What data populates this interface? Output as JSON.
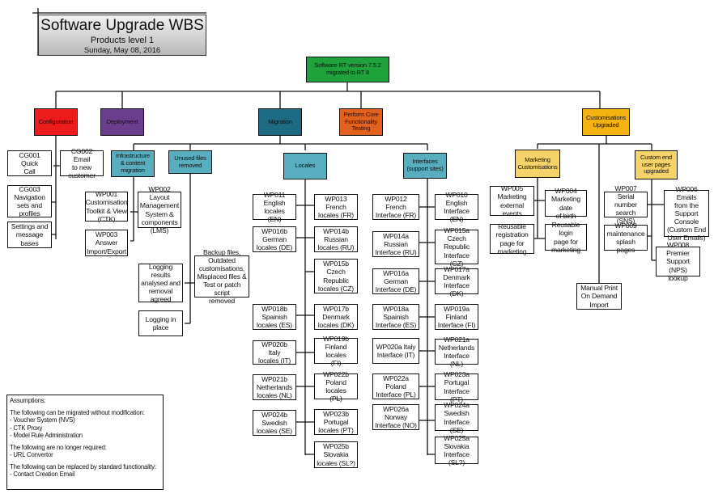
{
  "header": {
    "title": "Software Upgrade WBS",
    "subtitle": "Products level 1",
    "date": "Sunday, May 08, 2016"
  },
  "colors": {
    "root": "#1fa23c",
    "configuration": "#ec1c1c",
    "deployment": "#6a3e8c",
    "migration": "#1c6b82",
    "testing": "#e0621c",
    "customisations": "#f5b312",
    "customisations_child": "#f6d36a",
    "migration_child": "#58aebf"
  },
  "root": {
    "label": "Software RT version 7.5.2\nmigrated to RT 8"
  },
  "level1": {
    "configuration": "Configuration",
    "deployment": "Deployment",
    "migration": "Migration",
    "testing": "Perform Core\nFunctionality\nTesting",
    "customisations": "Customisations\nUpgraded"
  },
  "configuration": {
    "items": [
      "CG001 Quick\nCall",
      "CG002 Email\nto new\ncustomer",
      "CG003\nNavigation\nsets and\nprofiles",
      "Settings and\nmessage\nbases"
    ]
  },
  "migration": {
    "infrastructure": {
      "label": "Infrastructure\n& content\nmigration",
      "items": [
        "WP001\nCustomisation\nToolkit & View\n(CTK)",
        "WP002 Layout\nManagement\nSystem &\ncomponents\n(LMS)",
        "WP003\nAnswer\nImport/Export"
      ]
    },
    "unused": {
      "label": "Unused files\nremoved",
      "items": [
        "Logging\nresults\nanalysed and\nremoval\nagreed",
        "Backup files,\nOutdated\ncustomisations,\nMisplaced files &\nTest or patch script\nremoved",
        "Logging in\nplace"
      ]
    },
    "locales": {
      "label": "Locales",
      "left": [
        "WP011\nEnglish locales\n(EN)",
        "WP016b\nGerman\nlocales (DE)",
        "WP018b\nSpainish\nlocales (ES)",
        "WP020b Italy\nlocales (IT)",
        "WP021b\nNetherlands\nlocales (NL)",
        "WP024b\nSwedish\nlocales (SE)"
      ],
      "right": [
        "WP013 French\nlocales (FR)",
        "WP014b\nRussian\nlocales (RU)",
        "WP015b\nCzech\nRepublic\nlocales (CZ)",
        "WP017b\nDenmark\nlocales (DK)",
        "WP019b\nFinland locales\n(FI)",
        "WP022b\nPoland locales\n(PL)",
        "WP023b\nPortugal\nlocales (PT)",
        "WP025b\nSlovakia\nlocales (SL?)"
      ]
    },
    "interfaces": {
      "label": "Interfaces\n(support sites)",
      "left": [
        "WP012 French\nInterface (FR)",
        "WP014a\nRussian\nInterface (RU)",
        "WP016a\nGerman\nInterface (DE)",
        "WP018a\nSpainish\nInterface (ES)",
        "WP020a Italy\nInterface (IT)",
        "WP022a\nPoland\nInterface (PL)",
        "WP026a\nNorway\nInterface (NO)"
      ],
      "right": [
        "WP010\nEnglish\nInterface (EN)",
        "WP015a\nCzech\nRepublic\nInterface (CZ)",
        "WP017a\nDenmark\nInterface (DK)",
        "WP019a\nFinland\nInterface (FI)",
        "WP021a\nNetherlands\nInterface (NL)",
        "WP023a\nPortugal\nInterface (PT)",
        "WP024a\nSwedish\nInterface (SE)",
        "WP025a\nSlovakia\nInterface (SL?)"
      ]
    }
  },
  "customisations": {
    "marketing": {
      "label": "Marketing\nCustomisations",
      "items": [
        "WP005\nMarketing\nexternal\nevents",
        "WP004\nMarketing date\nof birth",
        "Reusable\nregistration\npage for\nmarketing",
        "Reusable login\npage for\nmarketing"
      ]
    },
    "manual_print": "Manual Print\nOn Demand\nImport",
    "custom_end_user": {
      "label": "Custom end\nuser pages\nupgraded",
      "items": [
        "WP007 Serial\nnumber search\n(SNS)",
        "WP006 Emails\nfrom the\nSupport\nConsole\n(Custom End\nUser Emails)",
        "WP009\nmaintenance\nsplash pages",
        "WP008\nPremier\nSupport (NPS)\nlookup"
      ]
    }
  },
  "assumptions": {
    "heading": "Assumptions:",
    "migrated_intro": "The following can be migrated without modification:",
    "migrated_items": "- Voucher System (NVS)\n- CTK Proxy\n- Model Rule Administration",
    "not_required_intro": "The following are no longer required:",
    "not_required_items": "- URL Convertor",
    "replaced_intro": "The following can be replaced by standard functionality:",
    "replaced_items": "- Contact Creation Email"
  }
}
